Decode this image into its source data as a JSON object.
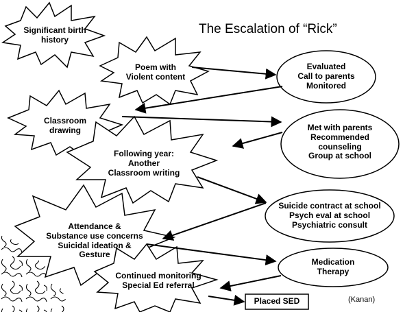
{
  "title": "The Escalation of “Rick”",
  "credit": "(Kanan)",
  "events": [
    {
      "lines": [
        "Significant birth",
        "history"
      ]
    },
    {
      "lines": [
        "Poem with",
        "Violent content"
      ]
    },
    {
      "lines": [
        "Classroom",
        "drawing"
      ]
    },
    {
      "lines": [
        "Following year:",
        "Another",
        "Classroom writing"
      ]
    },
    {
      "lines": [
        "Attendance &",
        "Substance use concerns",
        "Suicidal ideation &",
        "Gesture"
      ]
    },
    {
      "lines": [
        "Continued monitoring",
        "Special Ed referral"
      ]
    }
  ],
  "responses": [
    {
      "lines": [
        "Evaluated",
        "Call to parents",
        "Monitored"
      ]
    },
    {
      "lines": [
        "Met with parents",
        "Recommended",
        "counseling",
        "Group at school"
      ]
    },
    {
      "lines": [
        "Suicide contract at school",
        "Psych eval at school",
        "Psychiatric consult"
      ]
    },
    {
      "lines": [
        "Medication",
        "Therapy"
      ]
    }
  ],
  "outcome": {
    "label": "Placed SED"
  }
}
